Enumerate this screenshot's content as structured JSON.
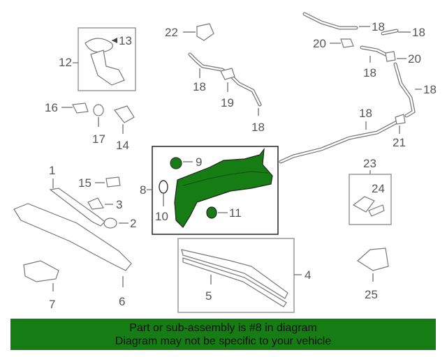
{
  "callouts": {
    "c1": "1",
    "c2": "2",
    "c3": "3",
    "c4": "4",
    "c5": "5",
    "c6": "6",
    "c7": "7",
    "c8": "8",
    "c9": "9",
    "c10": "10",
    "c11": "11",
    "c12": "12",
    "c13": "13",
    "c14": "14",
    "c15": "15",
    "c16": "16",
    "c17": "17",
    "c18": "18",
    "c19": "19",
    "c20": "20",
    "c21": "21",
    "c22": "22",
    "c23": "23",
    "c24": "24",
    "c25": "25"
  },
  "footer": {
    "line1": "Part or sub-assembly is #8 in diagram",
    "line2": "Diagram may not be specific to your vehicle"
  },
  "colors": {
    "highlight_fill": "#157d14",
    "footer_background": "#157d14"
  }
}
